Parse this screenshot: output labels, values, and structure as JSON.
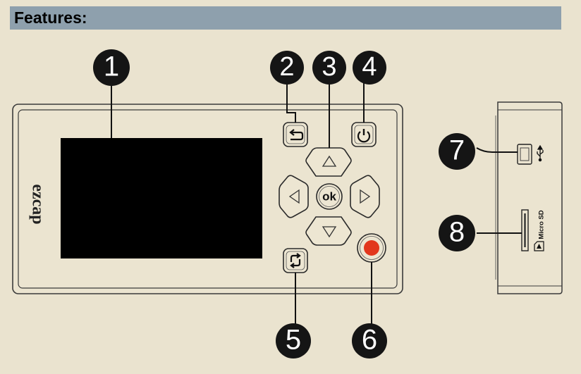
{
  "header": {
    "title": "Features:"
  },
  "device": {
    "brand": "ezcap",
    "ok_label": "ok",
    "microsd_text": "Micro SD"
  },
  "callouts": [
    "1",
    "2",
    "3",
    "4",
    "5",
    "6",
    "7",
    "8"
  ],
  "colors": {
    "header_bg": "#8ea0ad",
    "page_bg": "#eae3cf",
    "device_body": "#ebe4d0",
    "screen": "#000000",
    "record_button": "#e2371d",
    "callout_circle": "#151515"
  },
  "icons": [
    "back-icon",
    "power-icon",
    "arrow-up-icon",
    "arrow-left-icon",
    "arrow-right-icon",
    "arrow-down-icon",
    "loop-icon",
    "record-icon",
    "usb-icon",
    "sd-card-icon"
  ]
}
